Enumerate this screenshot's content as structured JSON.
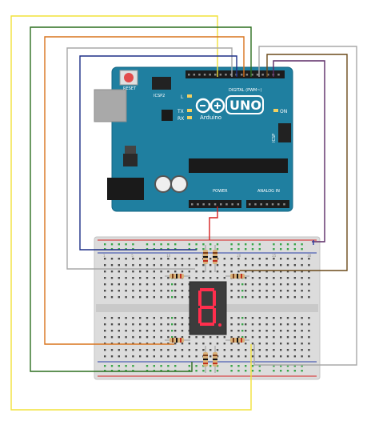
{
  "board": {
    "logo": "UNO",
    "name": "Arduino",
    "reset_label": "RESET",
    "icsp2_label": "ICSP2",
    "icsp_label": "ICSP",
    "l_label": "L",
    "tx_label": "TX",
    "rx_label": "RX",
    "on_label": "ON",
    "digital_label": "DIGITAL (PWM~)",
    "power_label": "POWER",
    "analog_label": "ANALOG IN",
    "color": "#1f7fa0"
  },
  "breadboard": {
    "column_numbers_top": [
      "1",
      "5",
      "10",
      "15",
      "20",
      "25",
      "30"
    ],
    "color": "#dcdcdc"
  },
  "display": {
    "digit": "8",
    "segment_color": "#ff2e4d",
    "body_color": "#3c3c3c"
  },
  "wire_colors": {
    "yellow": "#f2e23a",
    "green": "#2c6e1f",
    "orange": "#d9731c",
    "gray": "#a8a8a8",
    "navy": "#1d2f87",
    "brown": "#6b4a1a",
    "purple": "#5c2a66",
    "red": "#d62020"
  }
}
